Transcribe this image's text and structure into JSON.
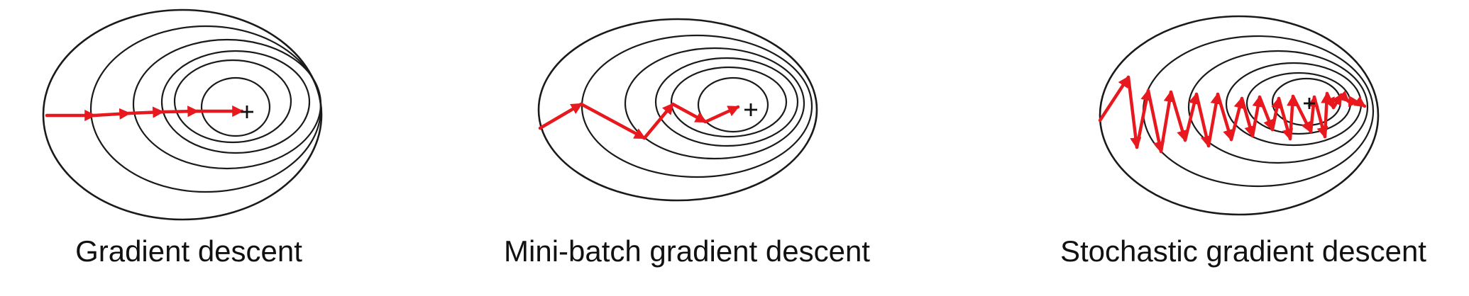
{
  "panels": [
    {
      "id": "gradient-descent",
      "caption": "Gradient descent"
    },
    {
      "id": "mini-batch-gradient-descent",
      "caption": "Mini-batch gradient descent"
    },
    {
      "id": "stochastic-gradient-descent",
      "caption": "Stochastic gradient descent"
    }
  ],
  "colors": {
    "path": "#e8191e",
    "contour": "#1a1a1a",
    "caption": "#111111"
  },
  "icons": {
    "optimum": "plus-marker-icon",
    "step": "arrowhead-icon"
  }
}
